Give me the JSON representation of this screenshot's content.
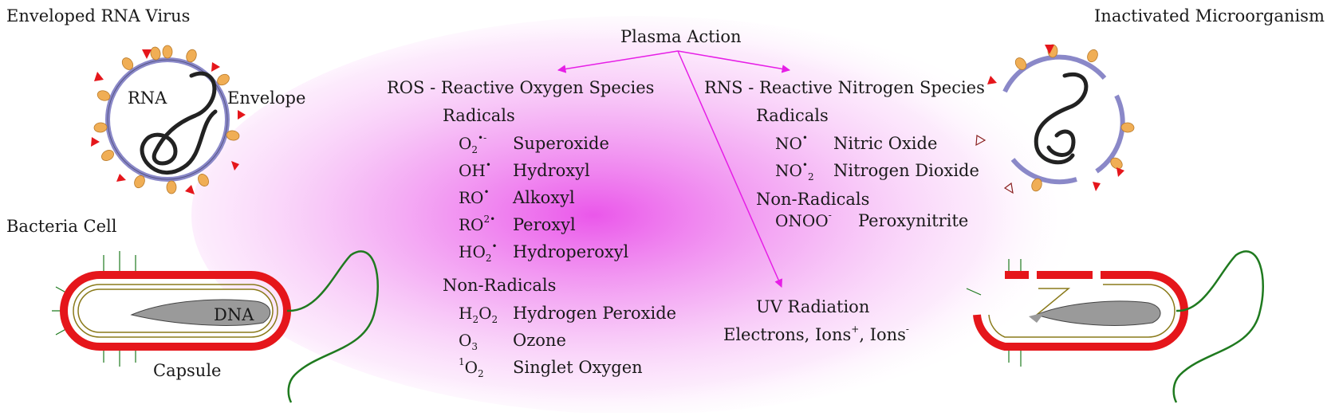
{
  "labels": {
    "enveloped_virus": "Enveloped RNA Virus",
    "rna": "RNA",
    "envelope": "Envelope",
    "bacteria_cell": "Bacteria Cell",
    "dna": "DNA",
    "capsule": "Capsule",
    "inactivated": "Inactivated Microorganism",
    "plasma_action": "Plasma Action"
  },
  "ros": {
    "title": "ROS - Reactive Oxygen Species",
    "radicals_heading": "Radicals",
    "radicals": [
      {
        "base": "O",
        "sub": "2",
        "sup": "•-",
        "name": "Superoxide"
      },
      {
        "base": "OH",
        "sub": "",
        "sup": "•",
        "name": "Hydroxyl"
      },
      {
        "base": "RO",
        "sub": "",
        "sup": "•",
        "name": "Alkoxyl"
      },
      {
        "base": "RO",
        "sub": "",
        "sup": "2•",
        "name": "Peroxyl"
      },
      {
        "base": "HO",
        "sub": "2",
        "sup": "•",
        "name": "Hydroperoxyl"
      }
    ],
    "nonradicals_heading": "Non-Radicals",
    "nonradicals": [
      {
        "pre": "",
        "parts": [
          "H",
          "2",
          "O",
          "2"
        ],
        "name": "Hydrogen Peroxide"
      },
      {
        "pre": "",
        "parts": [
          "O",
          "3"
        ],
        "name": "Ozone"
      },
      {
        "pre": "1",
        "parts": [
          "O",
          "2"
        ],
        "name": "Singlet Oxygen"
      }
    ]
  },
  "rns": {
    "title": "RNS - Reactive Nitrogen Species",
    "radicals_heading": "Radicals",
    "radicals": [
      {
        "base": "NO",
        "sup": "•",
        "sub": "",
        "name": "Nitric Oxide"
      },
      {
        "base": "NO",
        "sup": "•",
        "sub": "2",
        "name": "Nitrogen Dioxide"
      }
    ],
    "nonradicals_heading": "Non-Radicals",
    "nonradicals": [
      {
        "base": "ONOO",
        "sup": "-",
        "name": "Peroxynitrite"
      }
    ]
  },
  "uv": {
    "title": "UV Radiation",
    "line_start": "Electrons, Ions",
    "sup1": "+",
    "line_mid": ", Ions",
    "sup2": "-"
  },
  "colors": {
    "plasma_glow": "#e94ee9",
    "arrow": "#e61ee6",
    "capsule_red": "#e5161b",
    "flagellum_green": "#1f7a1f",
    "envelope_purple": "#8a88c8",
    "spike_orange": "#f0ae55",
    "spike_red": "#e5161b",
    "dna_grey": "#9a9a9a"
  }
}
